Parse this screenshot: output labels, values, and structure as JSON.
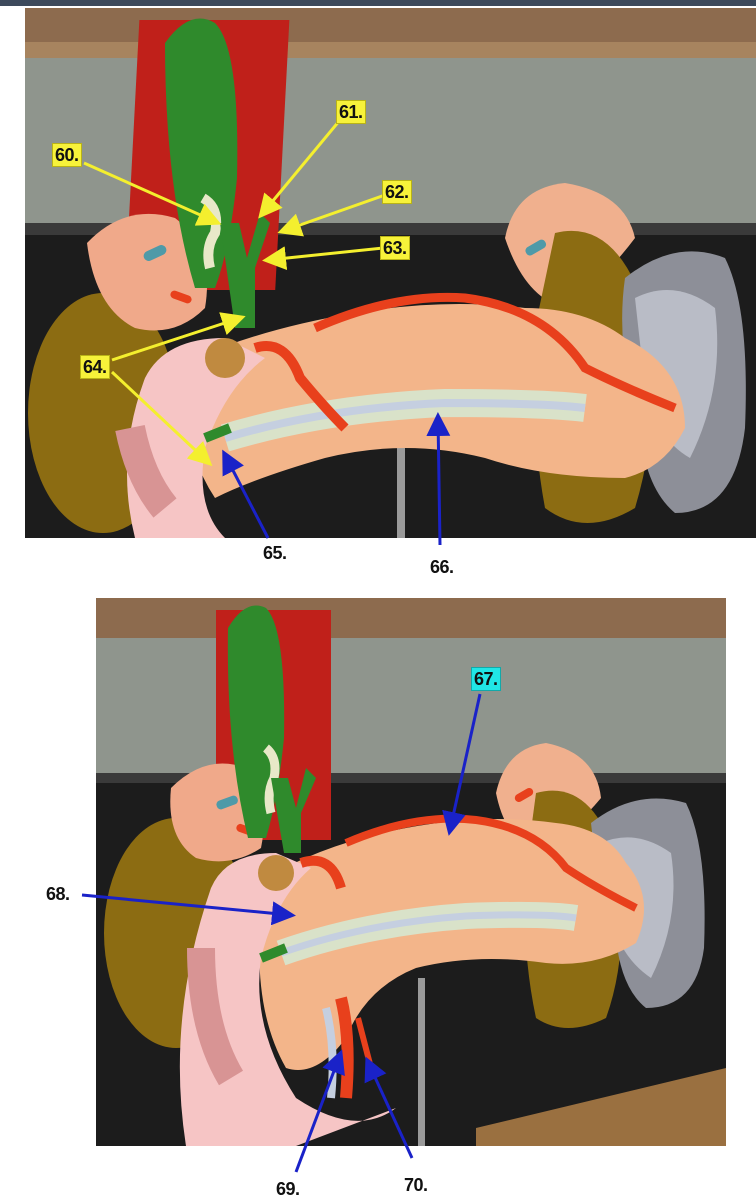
{
  "labels": {
    "l60": "60.",
    "l61": "61.",
    "l62": "62.",
    "l63": "63.",
    "l64": "64.",
    "l65": "65.",
    "l66": "66.",
    "l67": "67.",
    "l68": "68.",
    "l69": "69.",
    "l70": "70."
  },
  "colors": {
    "label_highlight_yellow": "#f7f23a",
    "label_highlight_cyan": "#20e6e6",
    "arrow_yellow": "#f4ef2e",
    "arrow_blue": "#1a22c8",
    "gallbladder_green": "#2f8a2c",
    "pancreas_peach": "#f3b58a",
    "artery_red": "#e8401c",
    "kidney_olive": "#8a6a10",
    "spleen_gray": "#8a8c96"
  }
}
